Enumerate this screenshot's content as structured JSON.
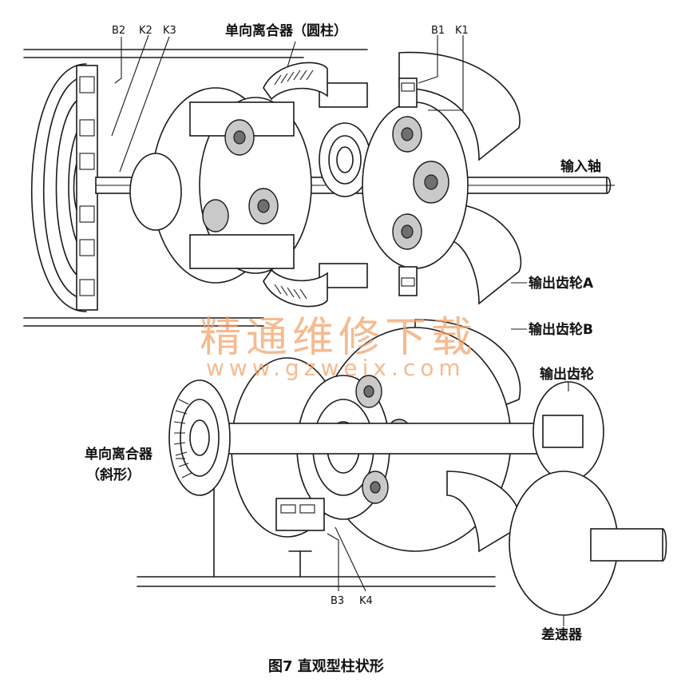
{
  "labels": {
    "b2": "B2",
    "k2": "K2",
    "k3": "K3",
    "one_way_clutch_cyl": "单向离合器（圆柱）",
    "b1": "B1",
    "k1": "K1",
    "input_shaft": "输入轴",
    "output_gear_a": "输出齿轮A",
    "output_gear_b": "输出齿轮B",
    "output_gear": "输出齿轮",
    "one_way_clutch_bevel_1": "单向离合器",
    "one_way_clutch_bevel_2": "（斜形）",
    "b3": "B3",
    "k4": "K4",
    "differential": "差速器"
  },
  "caption": "图7  直观型柱状形",
  "watermark": {
    "cn": "精通维修下载",
    "url": "www.gzweix.com"
  },
  "colors": {
    "line": "#1a1a1a",
    "watermark": "#f4a36a"
  }
}
